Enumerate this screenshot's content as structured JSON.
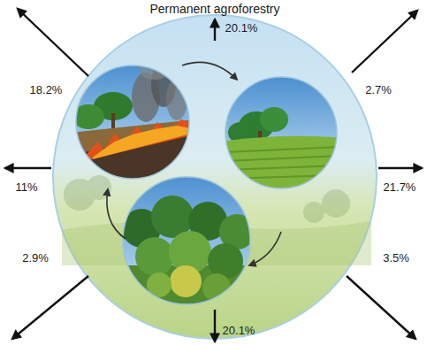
{
  "diagram": {
    "labels": [
      "Permanent agroforestry",
      "20.1%",
      "18.2%",
      "2.7%",
      "11%",
      "21.7%",
      "2.9%",
      "3.5%",
      "20.1%"
    ]
  }
}
